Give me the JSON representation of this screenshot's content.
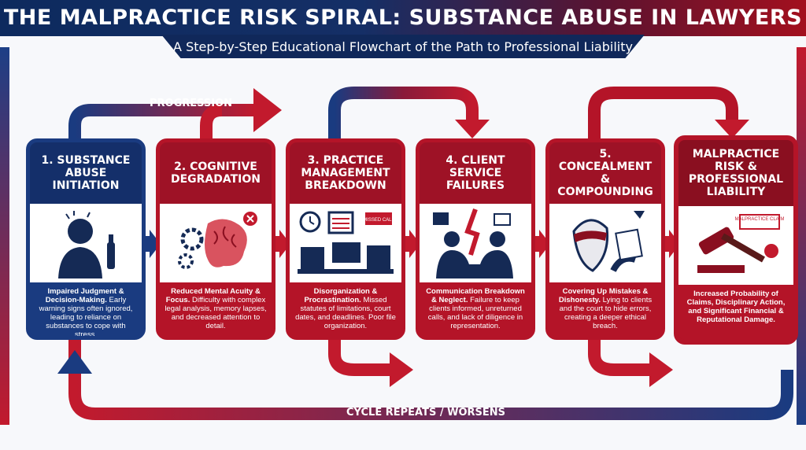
{
  "title": "THE MALPRACTICE RISK SPIRAL: SUBSTANCE ABUSE IN LAWYERS",
  "subtitle": "A Step-by-Step Educational Flowchart of the Path to Professional Liability",
  "top_arrow_label": "PROGRESSION",
  "bottom_arrow_label": "CYCLE REPEATS / WORSENS",
  "colors": {
    "navy": "#142f6a",
    "red": "#b41428",
    "darkred": "#8a0f20"
  },
  "steps": [
    {
      "heading": "1. SUBSTANCE ABUSE INITIATION",
      "desc_bold": "Impaired Judgment & Decision-Making.",
      "desc": "Early warning signs often ignored, leading to reliance on substances to cope with stress.",
      "icon": "person-with-bottle-icon"
    },
    {
      "heading": "2. COGNITIVE DEGRADATION",
      "desc_bold": "Reduced Mental Acuity & Focus.",
      "desc": "Difficulty with complex legal analysis, memory lapses, and decreased attention to detail.",
      "icon": "brain-gears-icon"
    },
    {
      "heading": "3. PRACTICE MANAGEMENT BREAKDOWN",
      "desc_bold": "Disorganization & Procrastination.",
      "desc": "Missed statutes of limitations, court dates, and deadlines. Poor file organization.",
      "icon": "cluttered-desk-icon",
      "badge": "MISSED CALL"
    },
    {
      "heading": "4. CLIENT SERVICE FAILURES",
      "desc_bold": "Communication Breakdown & Neglect.",
      "desc": "Failure to keep clients informed, unreturned calls, and lack of diligence in representation.",
      "icon": "broken-handshake-icon"
    },
    {
      "heading": "5. CONCEALMENT & COMPOUNDING",
      "desc_bold": "Covering Up Mistakes & Dishonesty.",
      "desc": "Lying to clients and the court to hide errors, creating a deeper ethical breach.",
      "icon": "masked-face-icon"
    },
    {
      "heading": "MALPRACTICE RISK & PROFESSIONAL LIABILITY",
      "desc_bold": "",
      "desc": "Increased Probability of Claims, Disciplinary Action, and Significant Financial & Reputational Damage.",
      "icon": "gavel-icon",
      "badge": "MALPRACTICE CLAIM"
    }
  ]
}
